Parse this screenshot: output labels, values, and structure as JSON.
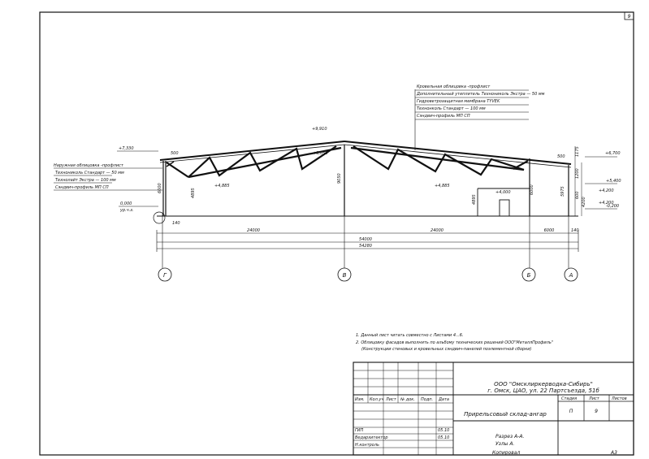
{
  "sheet_number": "9",
  "roof_note": {
    "title": "Кровельная облицовка -профлист",
    "lines": [
      "Дополнительный утеплитель Технониколь Экстра — 50 мм",
      "Гидроветрозащитная мембрана TYVEK",
      "Технонколь Стандарт — 100 мм",
      "Сэндвич-профиль МП СП"
    ]
  },
  "wall_note": {
    "title": "Наружная облицовка -профлист",
    "lines": [
      "Технониколь Стандарт — 50 мм",
      "Технолайт Экстра — 100 мм",
      "Сэндвич-профиль МП СП"
    ]
  },
  "elevations": {
    "top_left": "+7,330",
    "ridge": "+9,910",
    "ridge_low": "+9,050",
    "truss_left": "+4,885",
    "truss_right": "+4,885",
    "door": "+4,000",
    "right_top": "+6,700",
    "right_mid1": "+5,400",
    "right_mid2": "+4,200",
    "right_mid3": "+4,200",
    "right_bottom": "-0,200",
    "zero": "0,000",
    "ground": "ур.ч.з."
  },
  "dims": {
    "eave_left": "500",
    "eave_right": "500",
    "col_left": "6000",
    "truss_depth_left": "4895",
    "ridge_height": "9050",
    "door_h": "4895",
    "col_right": "6000",
    "right_col": "5975",
    "rs1": "1175",
    "rs2": "1200",
    "rs3": "600",
    "rs4": "4200",
    "off_left": "140",
    "off_right": "140",
    "span1": "24000",
    "span2": "24000",
    "span3": "6000",
    "total1": "54000",
    "total2": "54280"
  },
  "axes": [
    "Г",
    "В",
    "Б",
    "А"
  ],
  "notes": [
    "1. Данный лист читать совместно с Листами 4...6.",
    "2. Облицовку фасадов выполнить по альбому технических решений ООО\"МеталлПрофиль\"",
    "(Конструкции стеновых и кровельных сэндвич-панелей поэлементной сборки)"
  ],
  "title_block": {
    "company": "ООО \"Омсклиркерводка-Сибирь\"",
    "address": "г. Омск, ЦАО, ул. 22 Партсъезда, 51б",
    "project": "Прирельсовый склад-ангар",
    "sheet_title_1": "Разрез А-А.",
    "sheet_title_2": "Узлы А.",
    "headers": [
      "Изм.",
      "Кол.уч",
      "Лист",
      "№ док.",
      "Подп.",
      "Дата"
    ],
    "stage_label": "Стадия",
    "sheet_label": "Лист",
    "sheets_label": "Листов",
    "stage": "П",
    "sheet": "9",
    "roles": [
      {
        "role": "ГИП",
        "date": "05.10"
      },
      {
        "role": "Ведархитектор",
        "date": "05.10"
      },
      {
        "role": "Н.контроль",
        "date": ""
      }
    ],
    "copied": "Копировал",
    "format": "А3"
  }
}
